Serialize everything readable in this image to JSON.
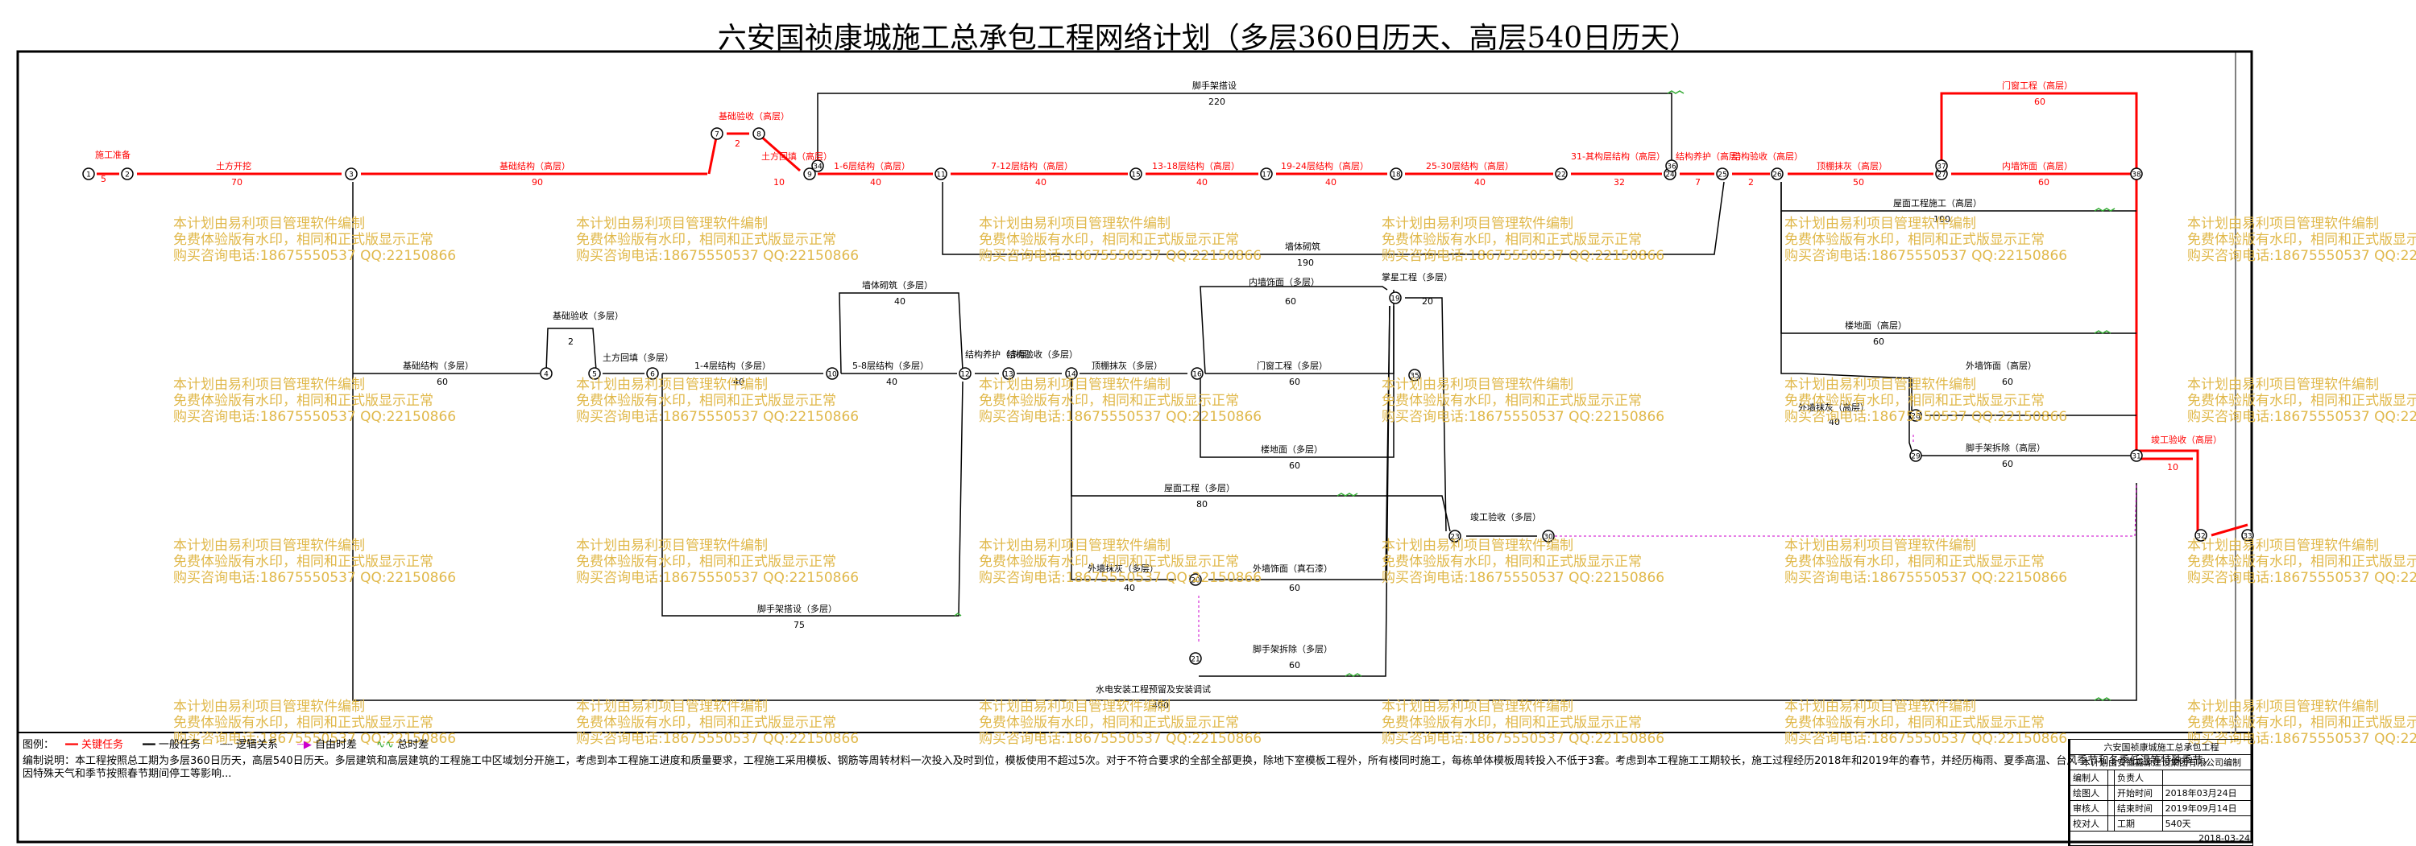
{
  "title": "六安国祯康城施工总承包工程网络计划（多层360日历天、高层540日历天）",
  "watermark": {
    "line1": "本计划由易利项目管理软件编制",
    "line2": "免费体验版有水印，相同和正式版显示正常",
    "line3": "购买咨询电话:18675550537 QQ:22150866"
  },
  "colors": {
    "critical": "#ff0000",
    "normal": "#000000",
    "free": "#cc00cc",
    "float": "#33aa33",
    "watermark": "#e0b84a"
  },
  "nodes": [
    "1",
    "2",
    "3",
    "4",
    "5",
    "6",
    "7",
    "8",
    "9",
    "10",
    "11",
    "12",
    "13",
    "14",
    "15",
    "16",
    "17",
    "18",
    "19",
    "20",
    "21",
    "22",
    "23",
    "24",
    "25",
    "26",
    "27",
    "28",
    "29",
    "30",
    "31",
    "32",
    "33",
    "34",
    "35",
    "36",
    "37",
    "38"
  ],
  "activities": [
    {
      "name": "施工准备",
      "dur": "5",
      "critical": true
    },
    {
      "name": "土方开挖",
      "dur": "70",
      "critical": true
    },
    {
      "name": "基础结构（高层）",
      "dur": "90",
      "critical": true
    },
    {
      "name": "基础验收（高层）",
      "dur": "2",
      "critical": true
    },
    {
      "name": "土方回填（高层）",
      "dur": "10",
      "critical": true
    },
    {
      "name": "1-6层结构（高层）",
      "dur": "40",
      "critical": true
    },
    {
      "name": "7-12层结构（高层）",
      "dur": "40",
      "critical": true
    },
    {
      "name": "13-18层结构（高层）",
      "dur": "40",
      "critical": true
    },
    {
      "name": "19-24层结构（高层）",
      "dur": "40",
      "critical": true
    },
    {
      "name": "25-30层结构（高层）",
      "dur": "40",
      "critical": true
    },
    {
      "name": "31-其构层结构（高层）",
      "dur": "32",
      "critical": true
    },
    {
      "name": "结构养护（高层）",
      "dur": "7",
      "critical": true
    },
    {
      "name": "结构验收（高层）",
      "dur": "2",
      "critical": true
    },
    {
      "name": "顶棚抹灰（高层）",
      "dur": "50",
      "critical": true
    },
    {
      "name": "门窗工程（高层）",
      "dur": "60",
      "critical": true
    },
    {
      "name": "内墙饰面（高层）",
      "dur": "60",
      "critical": true
    },
    {
      "name": "竣工验收（高层）",
      "dur": "10",
      "critical": true
    },
    {
      "name": "脚手架搭设",
      "dur": "220",
      "critical": false
    },
    {
      "name": "墙体砌筑",
      "dur": "190",
      "critical": false
    },
    {
      "name": "屋面工程施工（高层）",
      "dur": "100",
      "critical": false
    },
    {
      "name": "楼地面（高层）",
      "dur": "60",
      "critical": false
    },
    {
      "name": "外墙饰面（高层）",
      "dur": "60",
      "critical": false
    },
    {
      "name": "外墙抹灰（高层）",
      "dur": "40",
      "critical": false
    },
    {
      "name": "脚手架拆除（高层）",
      "dur": "60",
      "critical": false
    },
    {
      "name": "基础结构（多层）",
      "dur": "60",
      "critical": false
    },
    {
      "name": "基础验收（多层）",
      "dur": "2",
      "critical": false
    },
    {
      "name": "土方回填（多层）",
      "dur": "",
      "critical": false
    },
    {
      "name": "1-4层结构（多层）",
      "dur": "40",
      "critical": false
    },
    {
      "name": "5-8层结构（多层）",
      "dur": "40",
      "critical": false
    },
    {
      "name": "墙体砌筑（多层）",
      "dur": "40",
      "critical": false
    },
    {
      "name": "结构养护（多层）",
      "dur": "",
      "critical": false
    },
    {
      "name": "结构验收（多层）",
      "dur": "",
      "critical": false
    },
    {
      "name": "顶棚抹灰（多层）",
      "dur": "",
      "critical": false
    },
    {
      "name": "内墙饰面（多层）",
      "dur": "60",
      "critical": false
    },
    {
      "name": "门窗工程（多层）",
      "dur": "60",
      "critical": false
    },
    {
      "name": "楼地面（多层）",
      "dur": "60",
      "critical": false
    },
    {
      "name": "屋面工程（多层）",
      "dur": "80",
      "critical": false
    },
    {
      "name": "外墙抹灰（多层）",
      "dur": "40",
      "critical": false
    },
    {
      "name": "外墙饰面（真石漆）",
      "dur": "60",
      "critical": false
    },
    {
      "name": "脚手架拆除（多层）",
      "dur": "60",
      "critical": false
    },
    {
      "name": "脚手架搭设（多层）",
      "dur": "75",
      "critical": false
    },
    {
      "name": "竣工验收（多层）",
      "dur": "",
      "critical": false
    },
    {
      "name": "水电安装工程预留及安装调试",
      "dur": "400",
      "critical": false
    },
    {
      "name": "掌星工程（多层）",
      "dur": "20",
      "critical": false
    }
  ],
  "legend": {
    "label": "图例：",
    "items": [
      "关键任务",
      "一般任务",
      "逻辑关系",
      "自由时差",
      "总时差"
    ],
    "description": "编制说明：本工程按照总工期为多层360日历天，高层540日历天。多层建筑和高层建筑的工程施工中区域划分开施工，考虑到本工程施工进度和质量要求，工程施工采用模板、钢筋等周转材料一次投入及时到位，模板使用不超过5次。对于不符合要求的全部全部更换，除地下室模板工程外，所有楼同时施工，每栋单体模板周转投入不低于3套。考虑到本工程施工工期较长，施工过程经历2018年和2019年的春节，并经历梅雨、夏季高温、台风季节和冬季低温等特殊季节，因特殊天气和季节按照春节期间停工等影响..."
  },
  "info_box": {
    "project": "六安国祯康城施工总承包工程",
    "compiler_org": "本计划由安徽鑫源建设集团有限公司编制",
    "rows": [
      {
        "k1": "编制人",
        "v1": "",
        "k2": "负责人",
        "v2": ""
      },
      {
        "k1": "绘图人",
        "v1": "",
        "k2": "开始时间",
        "v2": "2018年03月24日"
      },
      {
        "k1": "审核人",
        "v1": "",
        "k2": "结束时间",
        "v2": "2019年09月14日"
      },
      {
        "k1": "校对人",
        "v1": "",
        "k2": "工期",
        "v2": "540天"
      }
    ],
    "date": "2018-03-24"
  }
}
